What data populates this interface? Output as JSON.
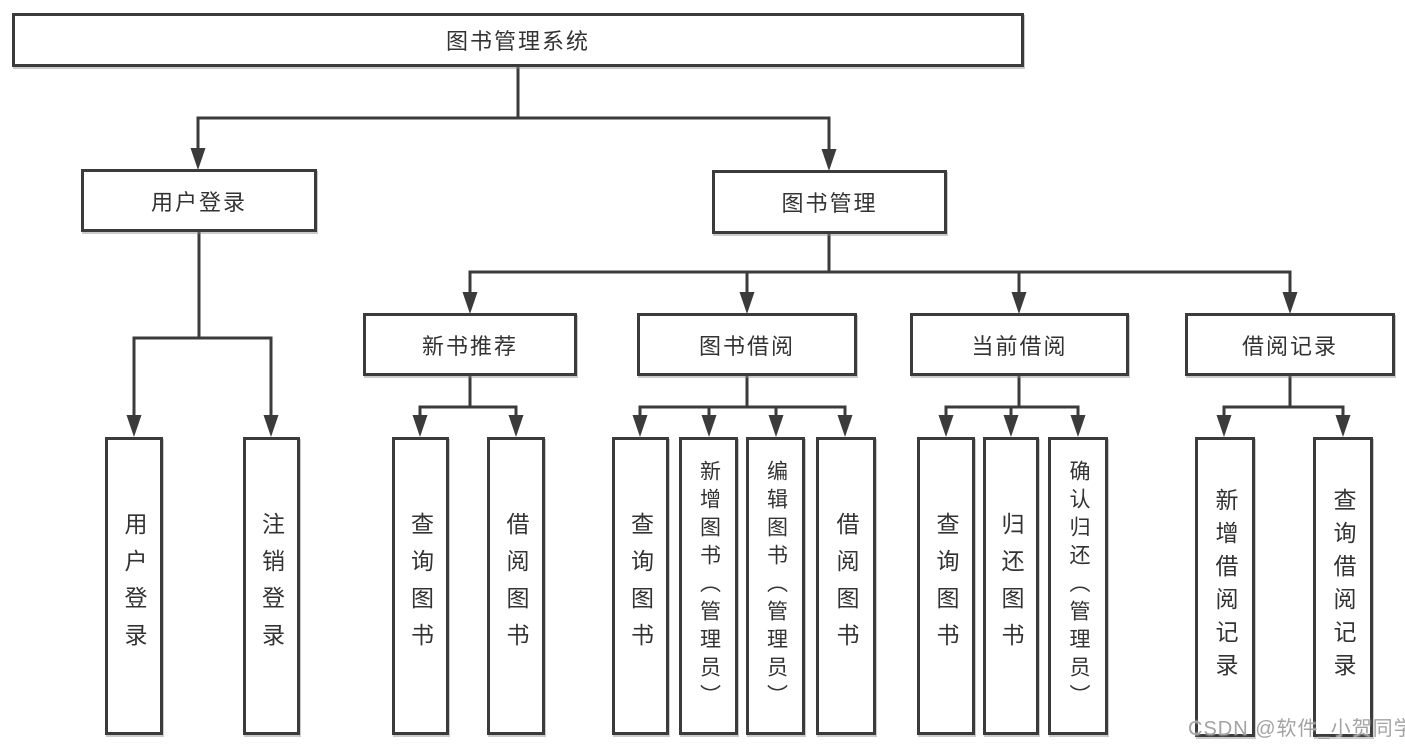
{
  "diagram": {
    "root_label": "图书管理系统",
    "user_login": {
      "label": "用户登录",
      "children": [
        "用户登录",
        "注销登录"
      ]
    },
    "book_mgmt": {
      "label": "图书管理",
      "groups": {
        "new_book": {
          "label": "新书推荐",
          "children": [
            "查询图书",
            "借阅图书"
          ]
        },
        "borrow": {
          "label": "图书借阅",
          "children": [
            "查询图书",
            "新增图书（管理员）",
            "编辑图书（管理员）",
            "借阅图书"
          ]
        },
        "current": {
          "label": "当前借阅",
          "children": [
            "查询图书",
            "归还图书",
            "确认归还（管理员）"
          ]
        },
        "records": {
          "label": "借阅记录",
          "children": [
            "新增借阅记录",
            "查询借阅记录"
          ]
        }
      }
    }
  },
  "watermark": {
    "text": "CSDN @软件_小贺同学"
  }
}
